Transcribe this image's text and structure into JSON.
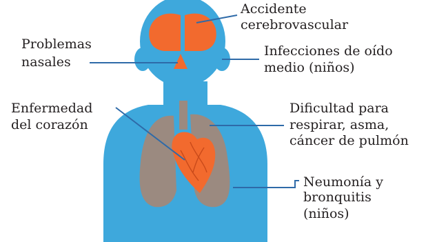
{
  "colors": {
    "body": "#3ea8dc",
    "brain": "#f26a2e",
    "lungs": "#9b8a80",
    "heart": "#f26a2e",
    "leader_line": "#2e6aa8",
    "text": "#231f20"
  },
  "labels": {
    "stroke": [
      "Accidente",
      "cerebrovascular"
    ],
    "nasal": [
      "Problemas",
      "nasales"
    ],
    "ear": [
      "Infecciones de oído",
      "medio (niños)"
    ],
    "heart": [
      "Enfermedad",
      "del corazón"
    ],
    "breathing": [
      "Dificultad para",
      "respirar, asma,",
      "cáncer de pulmón"
    ],
    "pneumonia": [
      "Neumonía y",
      "bronquitis",
      "(niños)"
    ]
  }
}
